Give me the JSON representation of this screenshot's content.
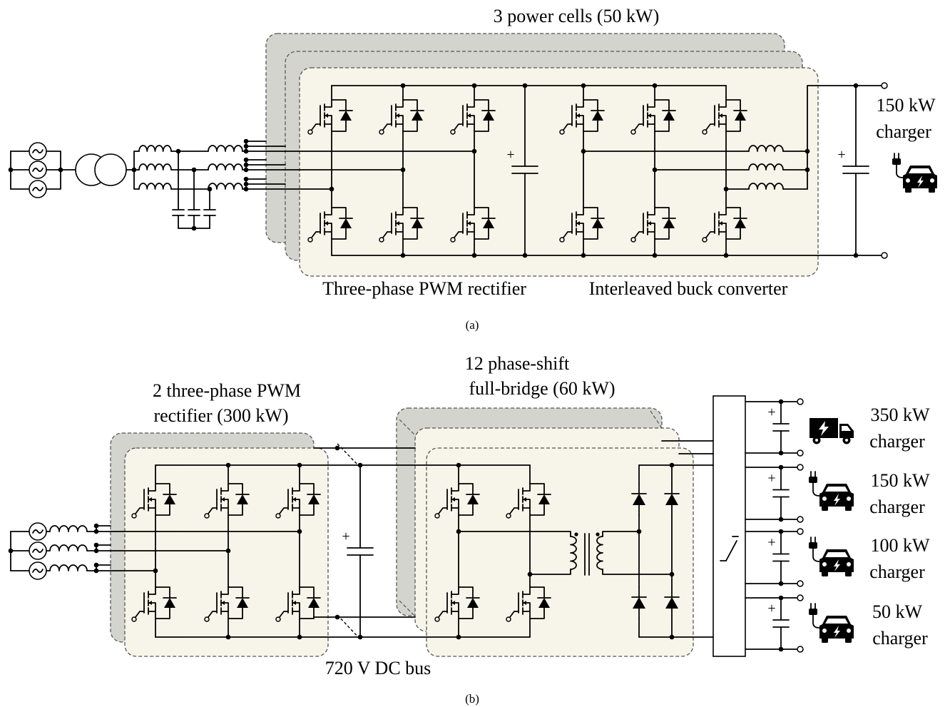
{
  "figure_a": {
    "title": "3 power cells (50 kW)",
    "charger": {
      "power": "150 kW",
      "label": "charger",
      "icon": "ev-car-icon"
    },
    "rectifier_label": "Three-phase PWM rectifier",
    "converter_label": "Interleaved buck converter",
    "caption": "(a)"
  },
  "figure_b": {
    "rectifier_title": {
      "line1": "2 three-phase PWM",
      "line2": "rectifier (300 kW)"
    },
    "fullbridge_title": {
      "line1": "12 phase-shift",
      "line2": "full-bridge (60 kW)"
    },
    "dc_bus_label": "720 V DC bus",
    "chargers": [
      {
        "power": "350 kW",
        "label": "charger",
        "icon": "ev-truck-icon"
      },
      {
        "power": "150 kW",
        "label": "charger",
        "icon": "ev-car-icon"
      },
      {
        "power": "100 kW",
        "label": "charger",
        "icon": "ev-car-icon"
      },
      {
        "power": "50 kW",
        "label": "charger",
        "icon": "ev-car-icon"
      }
    ],
    "caption": "(b)"
  },
  "symbols": {
    "plus": "+"
  },
  "colors": {
    "stacked_cell_fill": "#d4d4ce",
    "active_cell_fill": "#f7f5e9",
    "wire": "#000000"
  }
}
